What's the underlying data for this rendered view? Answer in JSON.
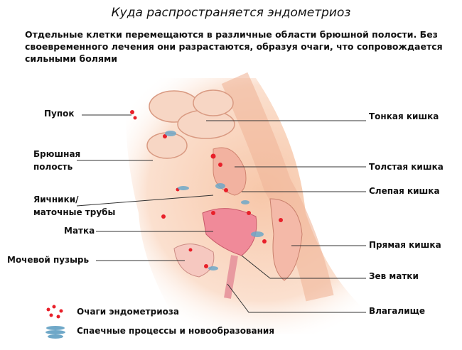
{
  "title": "Куда распространяется эндометриоз",
  "intro": "Отдельные клетки перемещаются в различные области брюшной полости. Без своевременного лечения они разрастаются, образуя очаги, что сопровождается сильными болями",
  "labels_left": {
    "navel": "Пупок",
    "abdominal_1": "Брюшная",
    "abdominal_2": "полость",
    "ovaries_1": "Яичники/",
    "ovaries_2": "маточные трубы",
    "uterus": "Матка",
    "bladder": "Мочевой пузырь"
  },
  "labels_right": {
    "small_intestine": "Тонкая кишка",
    "colon": "Толстая кишка",
    "cecum": "Слепая кишка",
    "rectum": "Прямая кишка",
    "cervix": "Зев матки",
    "vagina": "Влагалище"
  },
  "legend": {
    "foci": "Очаги эндометриоза",
    "adhesions": "Спаечные процессы и новообразования"
  },
  "colors": {
    "foci": "#e8202a",
    "adhesion": "#6fa8c8",
    "tissue": "#f6c3a6",
    "organ": "#f2a7a7"
  }
}
